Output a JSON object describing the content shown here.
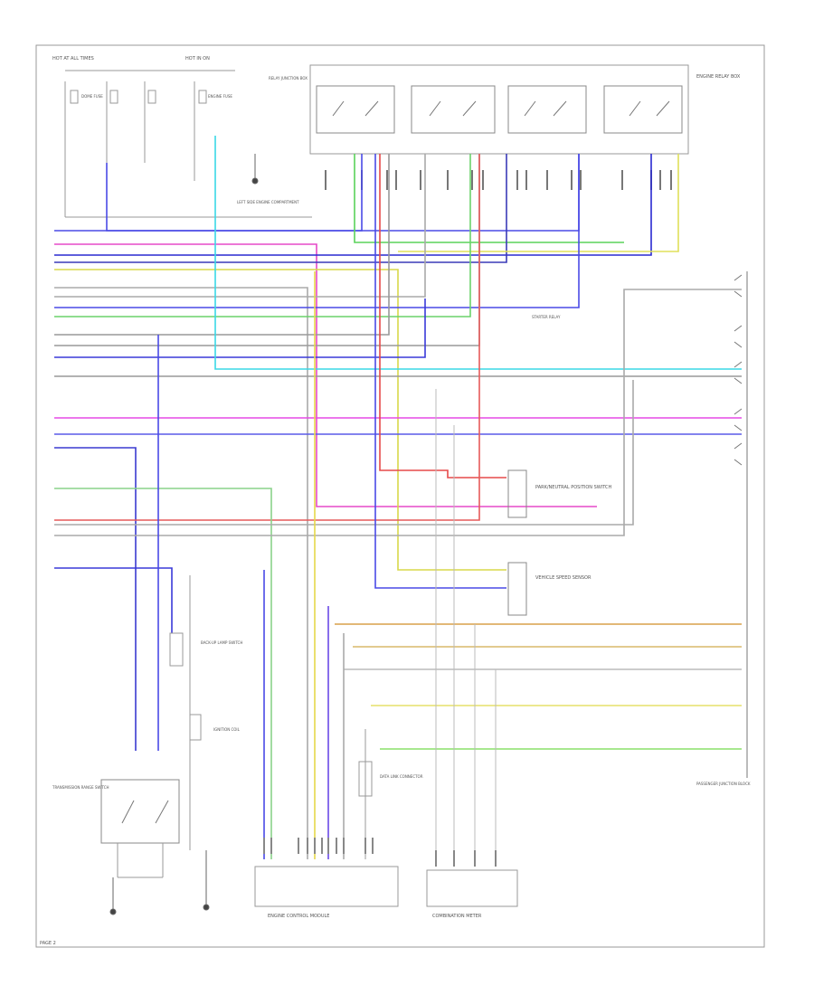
{
  "diagram": {
    "labels": {
      "hot_at_all_times_left": "HOT AT ALL TIMES",
      "hot_at_all_times_right": "HOT IN ON",
      "dome_fuse": "DOME FUSE",
      "engine_fuse": "ENGINE FUSE",
      "engine_relay_box": "ENGINE RELAY BOX",
      "ground_left_engine": "LEFT SIDE ENGINE COMPARTMENT",
      "relay_junction": "RELAY JUNCTION BOX",
      "trans_switch": "TRANSMISSION RANGE SWITCH",
      "park_neutral": "PARK/NEUTRAL POSITION SWITCH",
      "backup_lamp": "BACK-UP LAMP SWITCH",
      "ignition_coil": "IGNITION COIL",
      "engine_control_module": "ENGINE CONTROL MODULE",
      "data_link": "DATA LINK CONNECTOR",
      "combination_meter": "COMBINATION METER",
      "passenger_junction": "PASSENGER JUNCTION BLOCK",
      "starter_relay": "STARTER RELAY",
      "vehicle_speed": "VEHICLE SPEED SENSOR",
      "page_ref": "PAGE 2"
    }
  }
}
